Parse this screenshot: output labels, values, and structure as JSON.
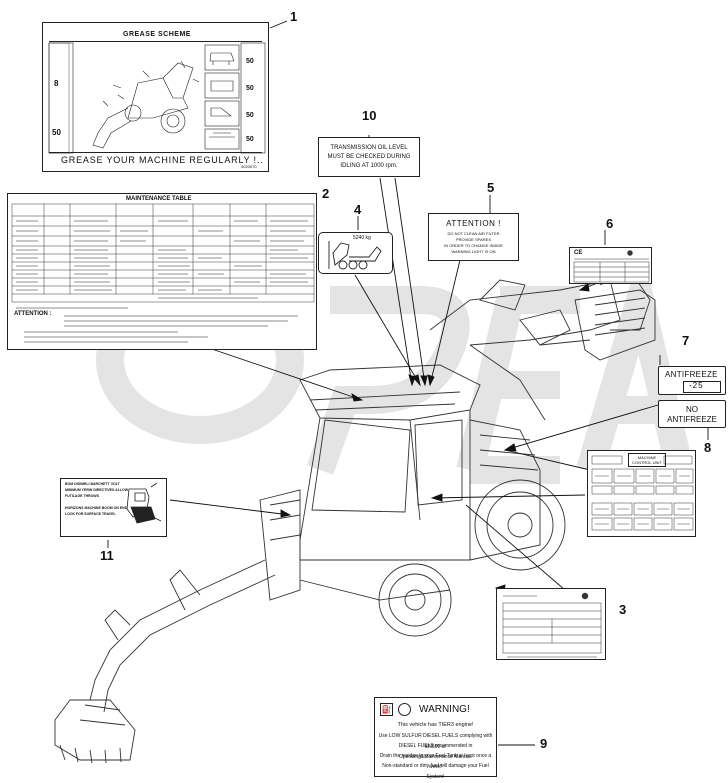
{
  "callouts": [
    "1",
    "2",
    "3",
    "4",
    "5",
    "6",
    "7",
    "8",
    "9",
    "10",
    "11"
  ],
  "decal1": {
    "title": "GREASE SCHEME",
    "footer": "GREASE YOUR MACHINE REGULARLY !..",
    "hours_1": "8",
    "hours_2": "50",
    "hours_3": "50",
    "hours_4": "50",
    "hours_5": "50",
    "left_tag": "50",
    "code": "4020070"
  },
  "decal2": {
    "title": "MAINTENANCE TABLE",
    "attention": "ATTENTION :"
  },
  "decal3": {
    "code": ""
  },
  "decal4": {
    "weight": "5240 kg"
  },
  "decal5": {
    "title": "ATTENTION !",
    "lines": [
      "DO NOT CLEAN AIR FILTER",
      "PROVIDE SPARES",
      "IN ORDER TO CHANGE INSIDE",
      "WARNING LIGHT IS ON"
    ]
  },
  "decal6": {
    "mark": "CE"
  },
  "decal7": {
    "label_a": "ANTIFREEZE",
    "value_a": "-25",
    "label_b_1": "NO",
    "label_b_2": "ANTIFREEZE"
  },
  "decal8": {
    "title": "MACHINE CONTROL UNIT"
  },
  "decal9": {
    "title": "WARNING!",
    "lines": [
      "This vehicle has TIER3 engine!",
      "Use LOW SULFUR DIESEL FUELS complying with EN590 or",
      "DIESEL FUELS recommended in Operating&Maintenance Manual.",
      "Drain the residue in your Fuel Tank at least once a week!",
      "Non-standard or dirty fuel will damage your Fuel System!"
    ]
  },
  "decal10": {
    "lines": [
      "TRANSMISSION OIL LEVEL",
      "MUST BE CHECKED DURING",
      "IDLING AT 1000 rpm."
    ]
  },
  "decal11": {
    "lines": [
      "BOM DIDIMELI BARCHETT VOLT",
      "MINIMUM YERIN DIRECTIVES ALLOW",
      "FUTILAGE THROWS",
      "HORIZONS MACHINE BOOM ON END",
      "LOCK FOR SURFACE TRAVEL"
    ]
  }
}
